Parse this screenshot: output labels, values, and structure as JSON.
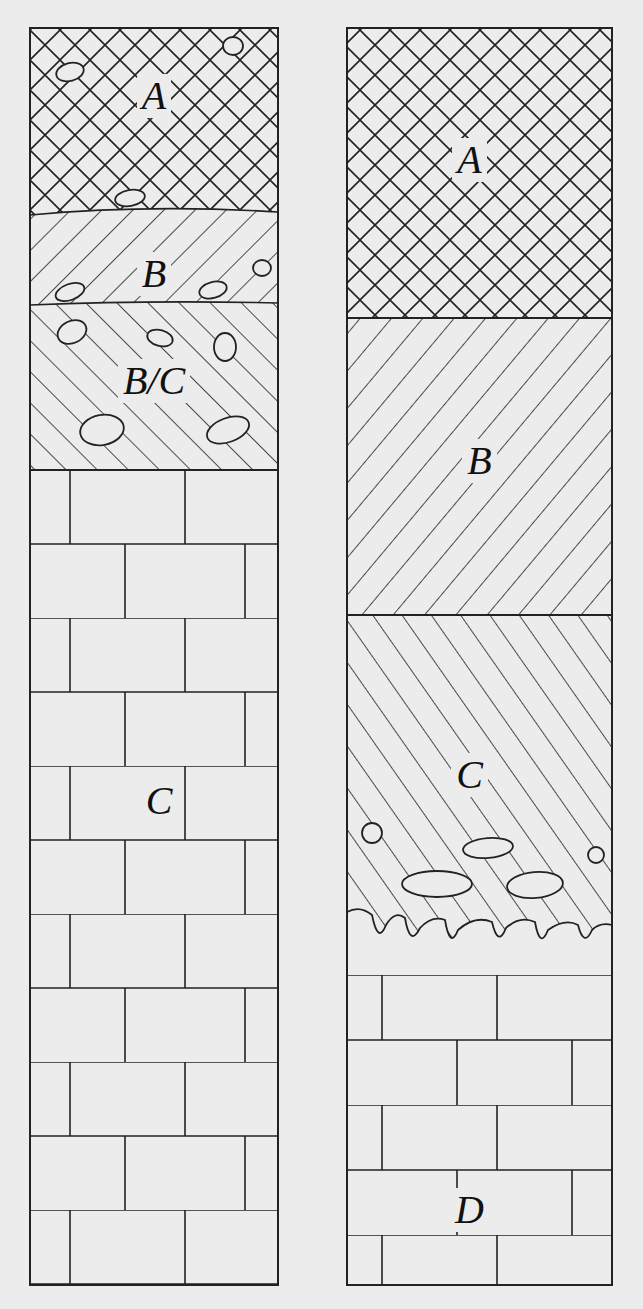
{
  "diagram": {
    "nodes": [
      {
        "text": [
          "A"
        ]
      },
      {
        "text": [
          "B"
        ]
      },
      {
        "text": [
          "B/C"
        ]
      },
      {
        "text": [
          "C"
        ]
      },
      {
        "text": [
          "A"
        ]
      },
      {
        "text": [
          "B"
        ]
      },
      {
        "text": [
          "C"
        ]
      },
      {
        "text": [
          "D"
        ]
      }
    ]
  }
}
